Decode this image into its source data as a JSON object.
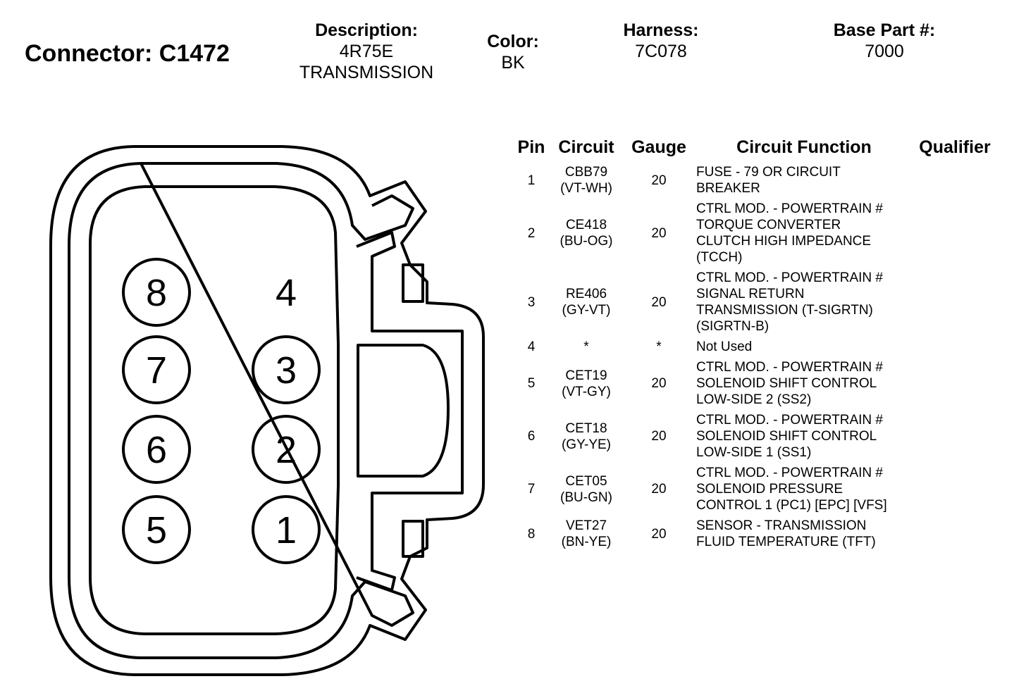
{
  "connector": {
    "title": "Connector: C1472"
  },
  "header": {
    "description_label": "Description:",
    "description_value": "4R75E\nTRANSMISSION",
    "color_label": "Color:",
    "color_value": "BK",
    "harness_label": "Harness:",
    "harness_value": "7C078",
    "base_part_label": "Base Part #:",
    "base_part_value": "7000"
  },
  "table": {
    "columns": [
      "Pin",
      "Circuit",
      "Gauge",
      "Circuit Function",
      "Qualifier"
    ],
    "rows": [
      {
        "pin": "1",
        "circuit": "CBB79",
        "color": "(VT-WH)",
        "gauge": "20",
        "function": "FUSE - 79 OR CIRCUIT\nBREAKER",
        "qualifier": ""
      },
      {
        "pin": "2",
        "circuit": "CE418",
        "color": "(BU-OG)",
        "gauge": "20",
        "function": "CTRL MOD. - POWERTRAIN #\nTORQUE CONVERTER\nCLUTCH HIGH IMPEDANCE\n(TCCH)",
        "qualifier": ""
      },
      {
        "pin": "3",
        "circuit": "RE406",
        "color": "(GY-VT)",
        "gauge": "20",
        "function": "CTRL MOD. - POWERTRAIN #\nSIGNAL RETURN\nTRANSMISSION (T-SIGRTN)\n(SIGRTN-B)",
        "qualifier": ""
      },
      {
        "pin": "4",
        "circuit": "*",
        "color": "",
        "gauge": "*",
        "function": "Not Used",
        "qualifier": ""
      },
      {
        "pin": "5",
        "circuit": "CET19",
        "color": "(VT-GY)",
        "gauge": "20",
        "function": "CTRL MOD. - POWERTRAIN #\nSOLENOID SHIFT CONTROL\nLOW-SIDE 2 (SS2)",
        "qualifier": ""
      },
      {
        "pin": "6",
        "circuit": "CET18",
        "color": "(GY-YE)",
        "gauge": "20",
        "function": "CTRL MOD. - POWERTRAIN #\nSOLENOID SHIFT CONTROL\nLOW-SIDE 1 (SS1)",
        "qualifier": ""
      },
      {
        "pin": "7",
        "circuit": "CET05",
        "color": "(BU-GN)",
        "gauge": "20",
        "function": "CTRL MOD. - POWERTRAIN #\nSOLENOID PRESSURE\nCONTROL 1 (PC1) [EPC] [VFS]",
        "qualifier": ""
      },
      {
        "pin": "8",
        "circuit": "VET27",
        "color": "(BN-YE)",
        "gauge": "20",
        "function": "SENSOR - TRANSMISSION\nFLUID TEMPERATURE (TFT)",
        "qualifier": ""
      }
    ]
  },
  "diagram": {
    "pin_labels": [
      "8",
      "7",
      "6",
      "5",
      "4",
      "3",
      "2",
      "1"
    ]
  }
}
